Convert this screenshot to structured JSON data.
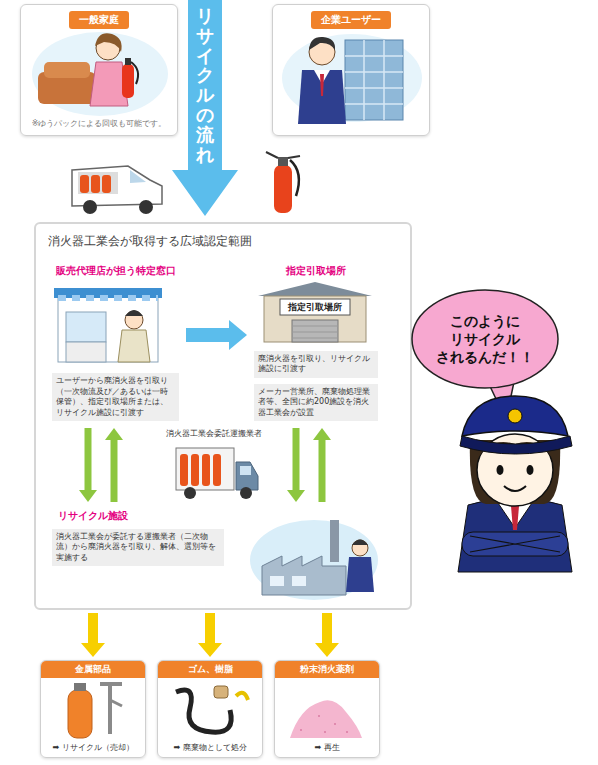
{
  "diagram": {
    "nodes": [
      {
        "text": [
          "一般家庭",
          "※ゆうパックによる回収も可能です。"
        ]
      },
      {
        "text": [
          "企業ユーザー"
        ]
      },
      {
        "text": [
          "消火器工業会が取得する広域認定範囲"
        ]
      },
      {
        "text": [
          "販売代理店が担う特定窓口",
          "ユーザーから廃消火器を引取り（一次物流及び／あるいは一時保管）、指定引取場所または、リサイクル施設に引渡す"
        ],
        "in": 2
      },
      {
        "text": [
          "指定引取場所",
          "廃消火器を引取り、リサイクル施設に引渡す",
          "メーカー営業所、廃棄物処理業者等、全国に約200施設を消火器工業会が設置"
        ],
        "in": 2
      },
      {
        "text": [
          "リサイクル施設",
          "消火器工業会が委託する運搬業者（二次物流）から廃消火器を引取り、解体、選別等を実施する"
        ],
        "in": 2
      },
      {
        "text": [
          "金属部品",
          "➡ リサイクル（売却）"
        ]
      },
      {
        "text": [
          "ゴム、樹脂",
          "➡ 廃棄物として処分"
        ]
      },
      {
        "text": [
          "粉末消火薬剤",
          "➡ 再生"
        ]
      },
      {
        "text": [
          "このように リサイクル されるんだ！！"
        ]
      }
    ],
    "edges": [
      {
        "from": 3,
        "to": 4,
        "arrow": "to"
      },
      {
        "from": 3,
        "to": 5,
        "arrow": "to"
      },
      {
        "from": 5,
        "to": 3,
        "arrow": "to"
      },
      {
        "from": 4,
        "to": 5,
        "arrow": "to"
      },
      {
        "from": 5,
        "to": 4,
        "arrow": "to"
      },
      {
        "from": 2,
        "to": 6,
        "arrow": "to"
      },
      {
        "from": 2,
        "to": 7,
        "arrow": "to"
      },
      {
        "from": 2,
        "to": 8,
        "arrow": "to"
      }
    ],
    "labels": [
      "リサイクルの流れ",
      "指定引取場所",
      "消火器工業会委託運搬業者"
    ]
  }
}
